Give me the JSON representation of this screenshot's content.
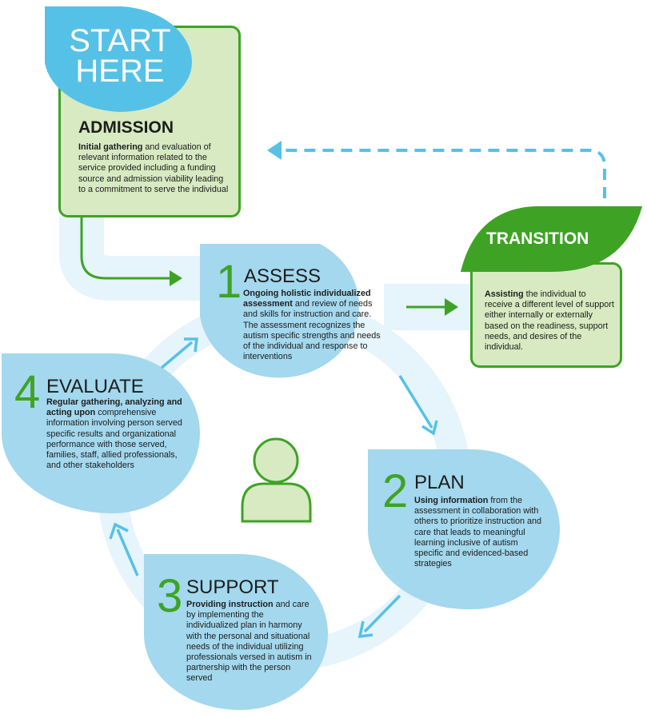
{
  "start": {
    "line1": "START",
    "line2": "HERE"
  },
  "admission": {
    "title": "ADMISSION",
    "lead": "Initial gathering",
    "body": "and evaluation of relevant information related to the service provided including a funding source and admission viability leading to a commitment to serve the individual"
  },
  "transition": {
    "title": "TRANSITION",
    "lead": "Assisting",
    "body": "the individual to receive a different level of support either internally or externally based on the readiness, support needs, and desires of the individual."
  },
  "steps": [
    {
      "number": "1",
      "title": "ASSESS",
      "lead": "Ongoing holistic individualized assessment",
      "body": "and review of needs and skills for instruction and care. The assessment recognizes the autism specific strengths and needs of the individual and response to interventions"
    },
    {
      "number": "2",
      "title": "PLAN",
      "lead": "Using information",
      "body": "from the assessment in collaboration with others to prioritize instruction and care that leads to meaningful learning inclusive of autism specific and evidenced-based strategies"
    },
    {
      "number": "3",
      "title": "SUPPORT",
      "lead": "Providing instruction",
      "body": "and care by implementing the individualized plan in harmony with the personal and situational needs of the individual utilizing professionals versed in autism in partnership with the person served"
    },
    {
      "number": "4",
      "title": "EVALUATE",
      "lead": "Regular gathering, analyzing and acting upon",
      "body": "comprehensive information involving person served specific results and organizational performance with those served, families, staff, allied professionals, and other stakeholders"
    }
  ],
  "icons": {
    "center": "person-icon"
  },
  "colors": {
    "green": "#3ea324",
    "light_green": "#d7eac2",
    "blue_leaf": "#a3d8ee",
    "sky": "#56c1e7",
    "track": "#e6f4fb"
  }
}
